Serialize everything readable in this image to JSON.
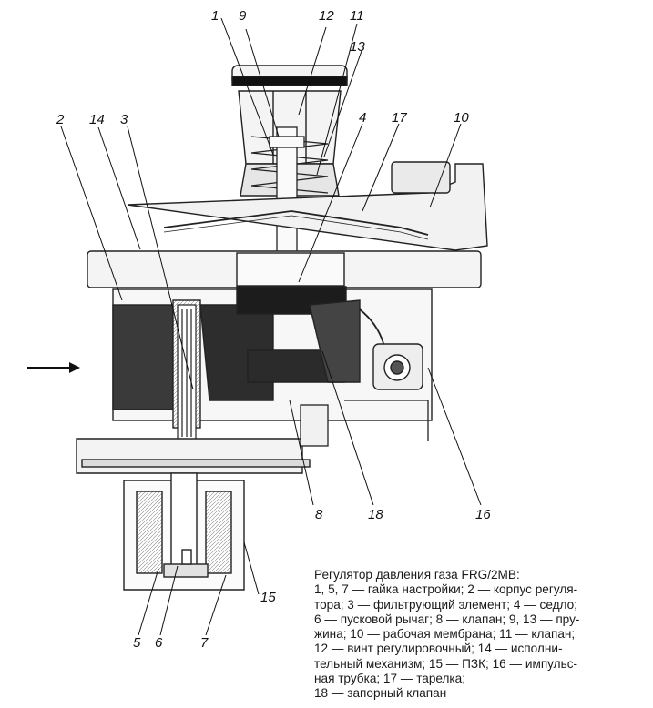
{
  "diagram": {
    "callouts": [
      {
        "id": "1",
        "text": "1"
      },
      {
        "id": "9",
        "text": "9"
      },
      {
        "id": "12",
        "text": "12"
      },
      {
        "id": "11",
        "text": "11"
      },
      {
        "id": "13",
        "text": "13"
      },
      {
        "id": "2",
        "text": "2"
      },
      {
        "id": "14",
        "text": "14"
      },
      {
        "id": "3",
        "text": "3"
      },
      {
        "id": "4",
        "text": "4"
      },
      {
        "id": "17",
        "text": "17"
      },
      {
        "id": "10",
        "text": "10"
      },
      {
        "id": "8",
        "text": "8"
      },
      {
        "id": "18",
        "text": "18"
      },
      {
        "id": "16",
        "text": "16"
      },
      {
        "id": "15",
        "text": "15"
      },
      {
        "id": "5",
        "text": "5"
      },
      {
        "id": "6",
        "text": "6"
      },
      {
        "id": "7",
        "text": "7"
      }
    ],
    "flow_arrow": "→"
  },
  "caption": {
    "title": "Регулятор давления газа FRG/2MB:",
    "lines": [
      "1, 5, 7 — гайка настройки; 2 — корпус регуля-",
      "тора; 3 — фильтрующий элемент; 4 — седло;",
      "6 — пусковой рычаг; 8 — клапан; 9, 13 — пру-",
      "жина; 10 — рабочая мембрана; 11 — клапан;",
      "12 — винт регулировочный; 14 — исполни-",
      "тельный механизм; 15 — ПЗК; 16 — импульс-",
      "ная трубка; 17 — тарелка;",
      "18 — запорный клапан"
    ]
  }
}
